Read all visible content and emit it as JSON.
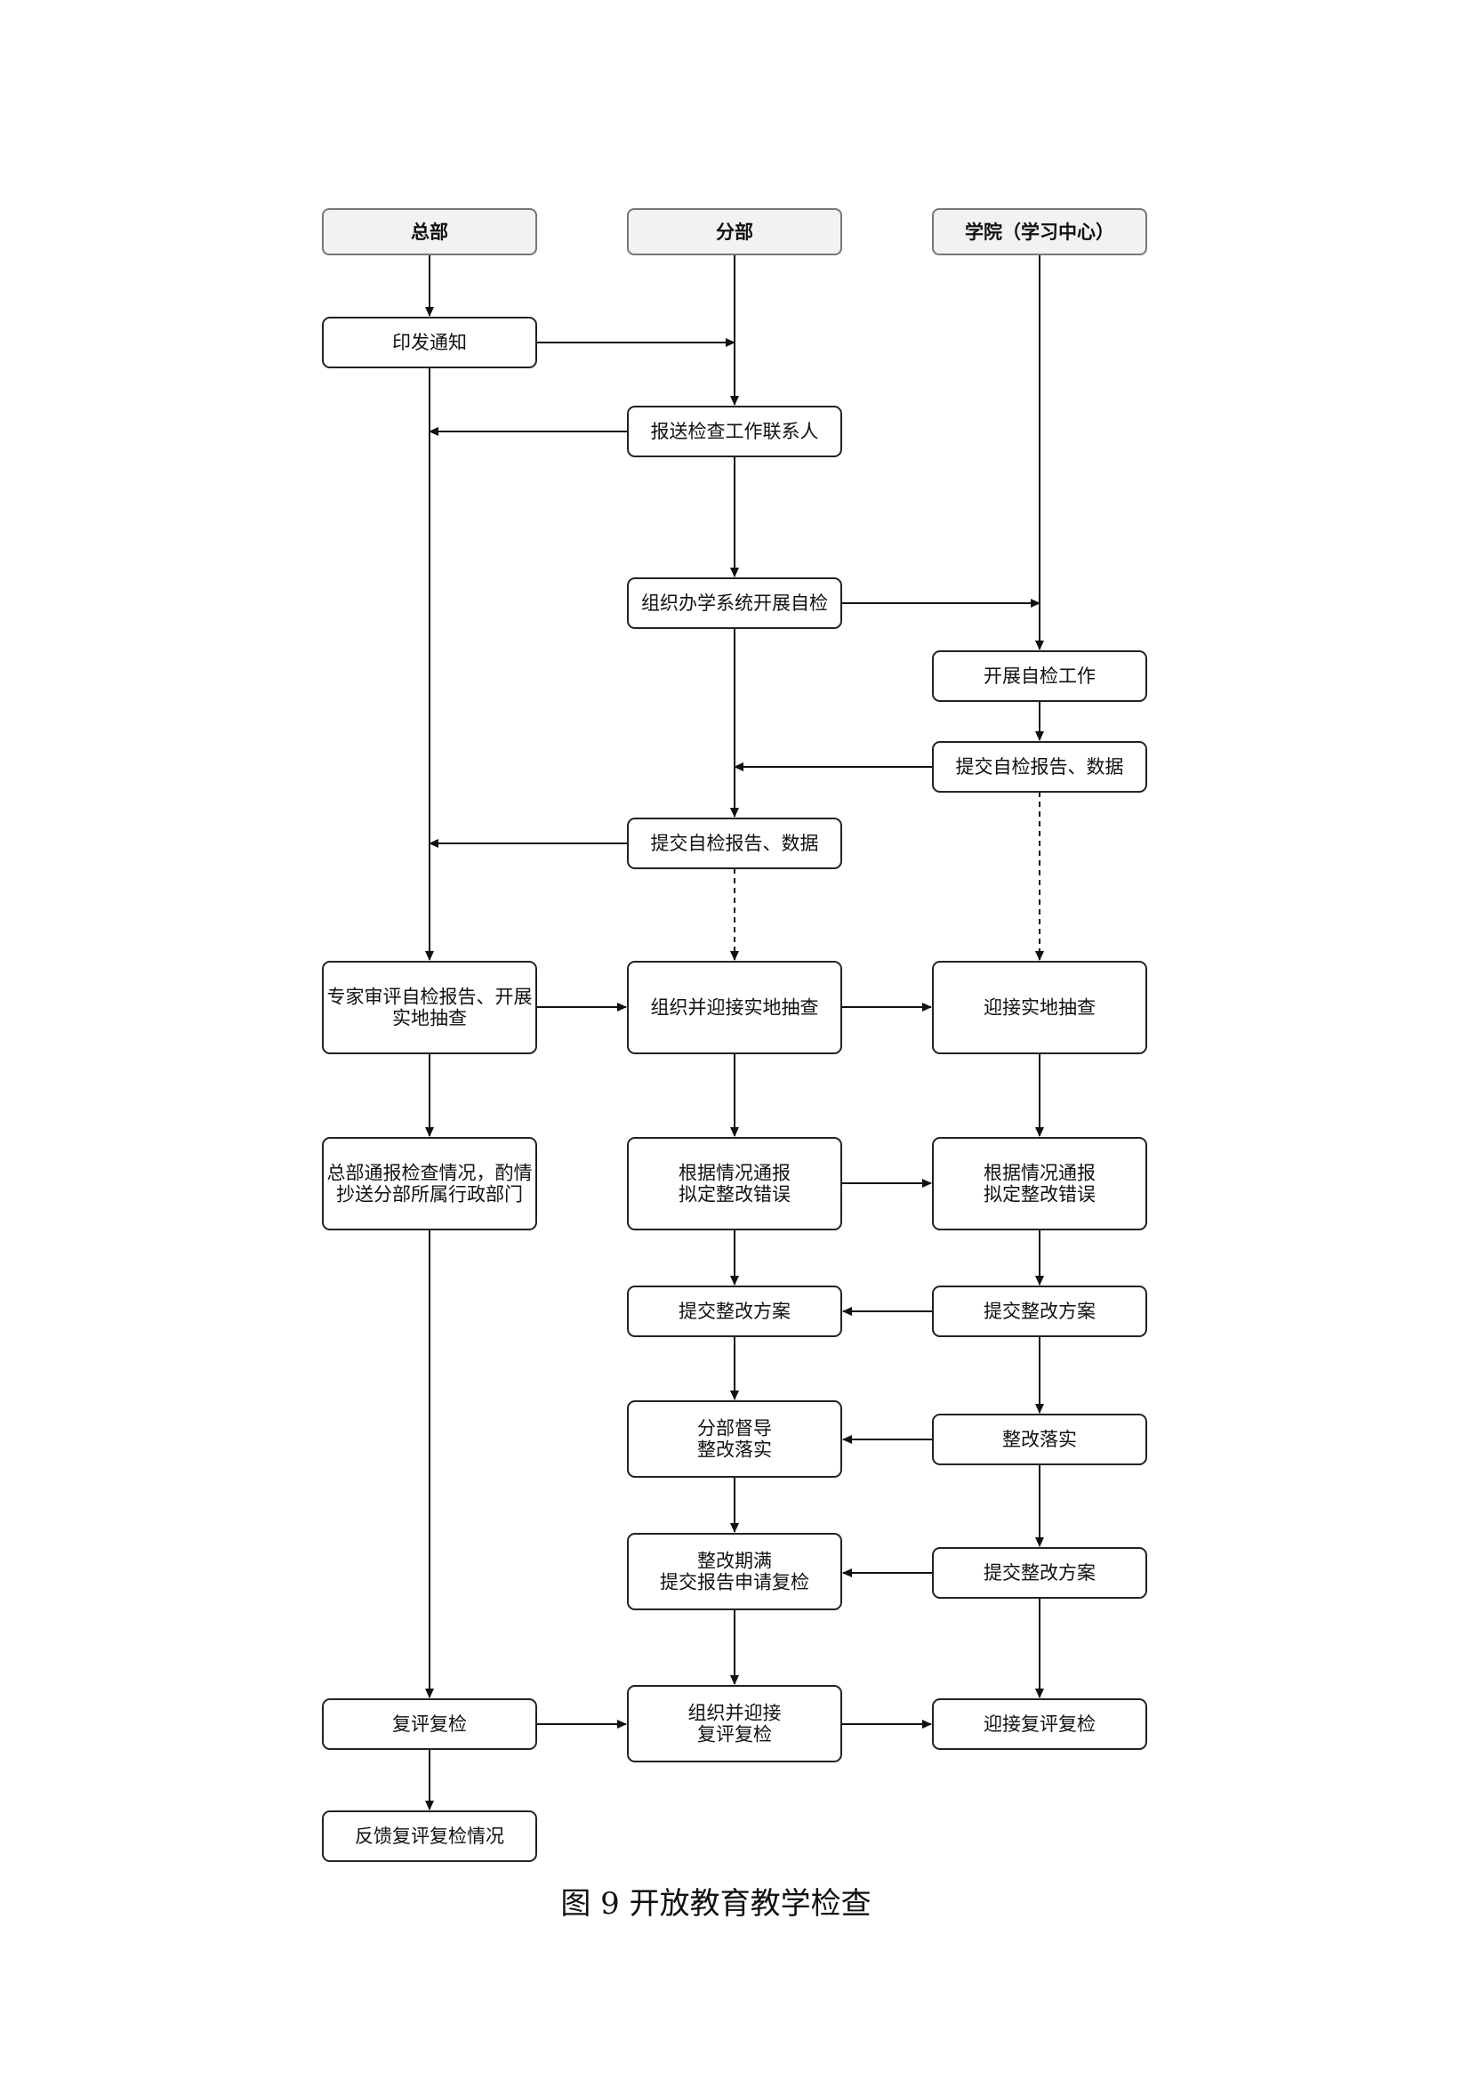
{
  "lanes": {
    "hq": "总部",
    "branch": "分部",
    "college": "学院（学习中心）"
  },
  "nodes": {
    "n1": [
      "印发通知"
    ],
    "n2": [
      "报送检查工作联系人"
    ],
    "n3": [
      "组织办学系统开展自检"
    ],
    "n4": [
      "开展自检工作"
    ],
    "n5": [
      "提交自检报告、数据"
    ],
    "n6": [
      "提交自检报告、数据"
    ],
    "n7": [
      "专家审评自检报告、开展",
      "实地抽查"
    ],
    "n8": [
      "组织并迎接实地抽查"
    ],
    "n9": [
      "迎接实地抽查"
    ],
    "n10": [
      "总部通报检查情况，酌情",
      "抄送分部所属行政部门"
    ],
    "n11": [
      "根据情况通报",
      "拟定整改错误"
    ],
    "n12": [
      "根据情况通报",
      "拟定整改错误"
    ],
    "n13": [
      "提交整改方案"
    ],
    "n14": [
      "提交整改方案"
    ],
    "n15": [
      "分部督导",
      "整改落实"
    ],
    "n16": [
      "整改落实"
    ],
    "n17": [
      "整改期满",
      "提交报告申请复检"
    ],
    "n18": [
      "提交整改方案"
    ],
    "n19": [
      "复评复检"
    ],
    "n20": [
      "组织并迎接",
      "复评复检"
    ],
    "n21": [
      "迎接复评复检"
    ],
    "n22": [
      "反馈复评复检情况"
    ]
  },
  "caption": "图 9  开放教育教学检查"
}
